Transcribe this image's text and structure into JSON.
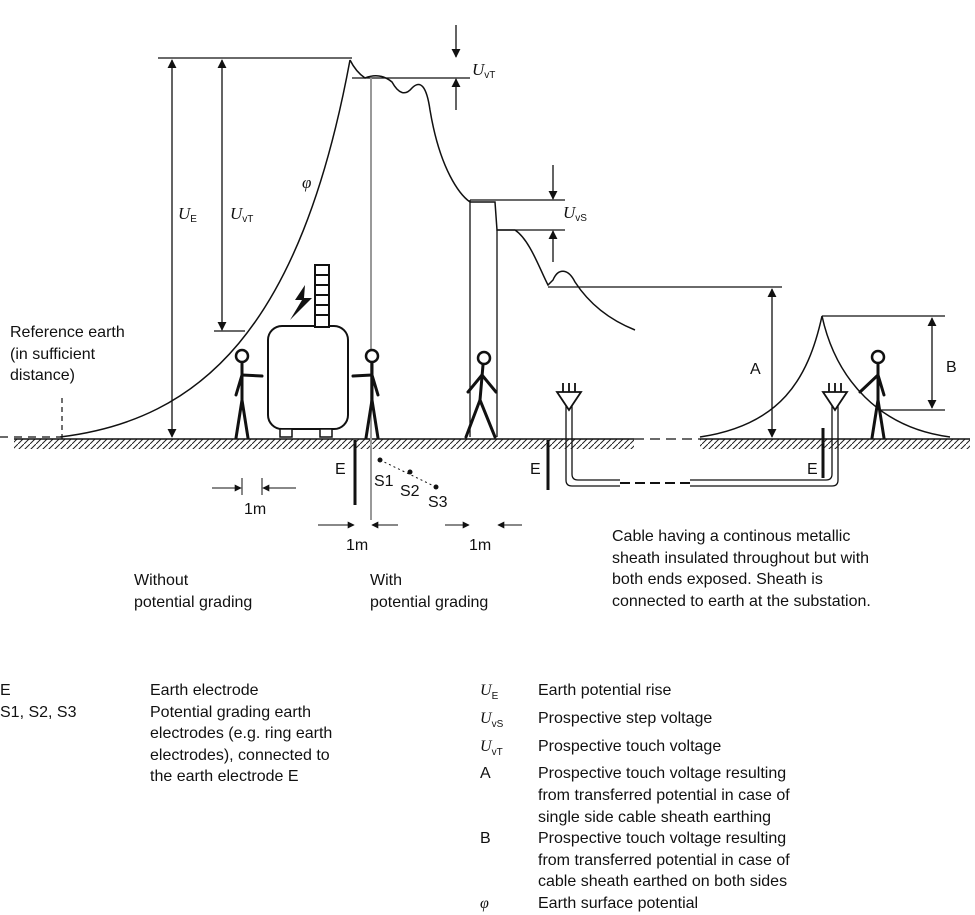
{
  "labels": {
    "ue": "U",
    "ue_sub": "E",
    "uvt": "U",
    "uvt_sub": "vT",
    "uvs": "U",
    "uvs_sub": "vS",
    "phi": "φ",
    "a": "A",
    "b": "B",
    "e": "E",
    "s1": "S1",
    "s2": "S2",
    "s3": "S3",
    "one_m": "1m"
  },
  "captions": {
    "reference_earth": "Reference earth\n(in sufficient\ndistance)",
    "without": "Without\npotential grading",
    "with": "With\npotential grading",
    "cable": "Cable having a continous metallic\nsheath insulated throughout but with\nboth ends exposed. Sheath is\nconnected to earth at the substation."
  },
  "legend_left": [
    {
      "key": "E",
      "desc": "Earth electrode"
    },
    {
      "key": "S1, S2, S3",
      "desc": "Potential grading earth\nelectrodes (e.g. ring earth\nelectrodes), connected to\nthe earth electrode E"
    }
  ],
  "legend_right": [
    {
      "sym": "U",
      "sub": "E",
      "desc": "Earth potential rise"
    },
    {
      "sym": "U",
      "sub": "vS",
      "desc": "Prospective step voltage"
    },
    {
      "sym": "U",
      "sub": "vT",
      "desc": "Prospective touch voltage"
    },
    {
      "sym": "A",
      "sub": "",
      "desc": "Prospective touch voltage resulting\nfrom transferred potential in case of\nsingle side cable sheath earthing"
    },
    {
      "sym": "B",
      "sub": "",
      "desc": "Prospective touch voltage resulting\nfrom transferred potential in case of\ncable sheath earthed on both sides"
    },
    {
      "sym": "φ",
      "sub": "",
      "desc": "Earth surface potential"
    }
  ]
}
